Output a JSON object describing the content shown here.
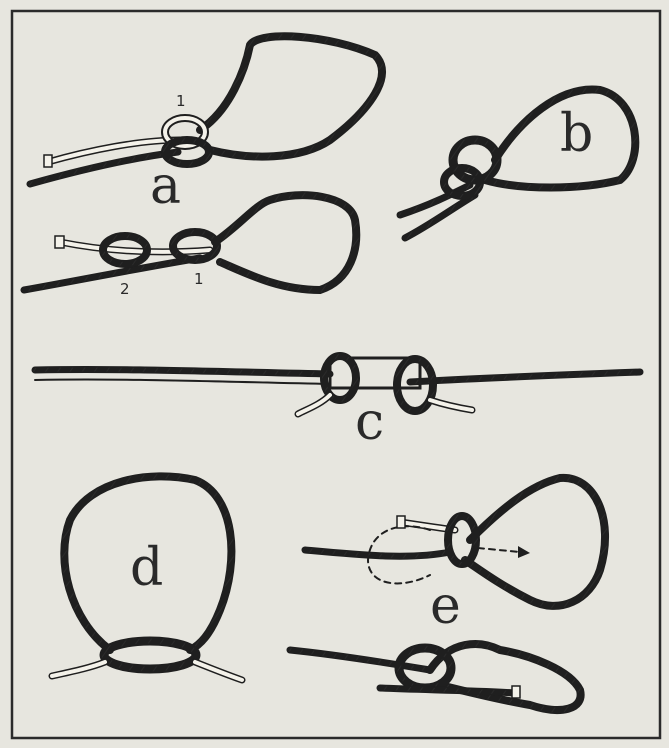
{
  "figure": {
    "labels": {
      "a": "a",
      "b": "b",
      "c": "c",
      "d": "d",
      "e": "e",
      "num_1_top": "1",
      "num_2_mid": "2",
      "num_1_mid": "1"
    }
  },
  "colors": {
    "paper": "#e7e6df",
    "border": "#2b2b2b",
    "rope_fill": "#f4f2ea",
    "rope_stroke": "#1f1f1f"
  }
}
